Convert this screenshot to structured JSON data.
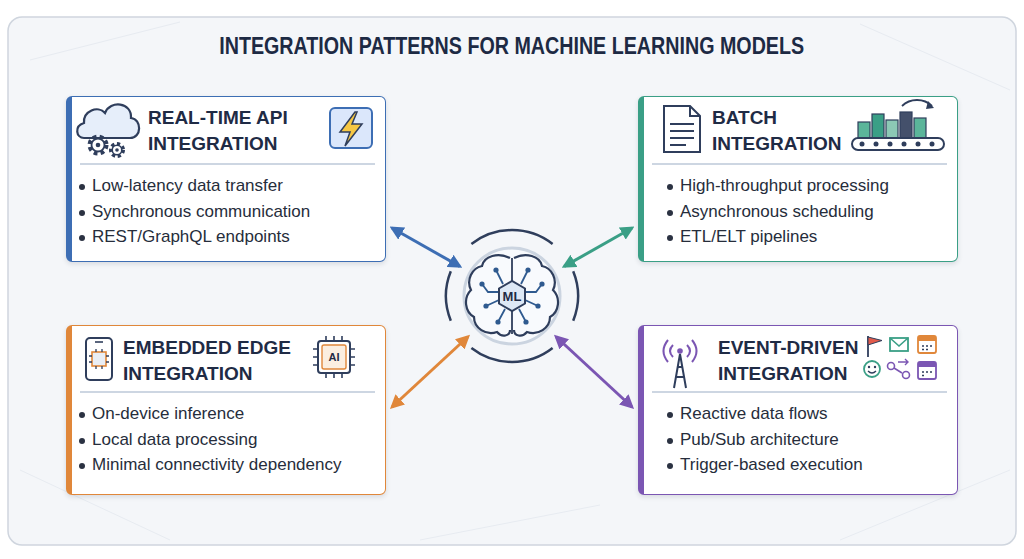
{
  "diagram": {
    "title": "INTEGRATION PATTERNS FOR MACHINE LEARNING MODELS",
    "nodes": [
      {
        "text": [
          "REAL-TIME API INTEGRATION",
          "Low-latency data transfer",
          "Synchronous communication",
          "REST/GraphQL endpoints"
        ]
      },
      {
        "text": [
          "BATCH INTEGRATION",
          "High-throughput processing",
          "Asynchronous scheduling",
          "ETL/ELT pipelines"
        ]
      },
      {
        "text": [
          "ML"
        ]
      },
      {
        "text": [
          "EMBEDDED EDGE INTEGRATION",
          "On-device inference",
          "Local data processing",
          "Minimal connectivity dependency"
        ]
      },
      {
        "text": [
          "EVENT-DRIVEN INTEGRATION",
          "Reactive data flows",
          "Pub/Sub architecture",
          "Trigger-based execution"
        ]
      }
    ],
    "edges": [
      {
        "from": 0,
        "to": 2,
        "arrow": "both"
      },
      {
        "from": 1,
        "to": 2,
        "arrow": "both"
      },
      {
        "from": 3,
        "to": 2,
        "arrow": "both"
      },
      {
        "from": 4,
        "to": 2,
        "arrow": "both"
      }
    ],
    "labels": [
      "AI"
    ]
  }
}
